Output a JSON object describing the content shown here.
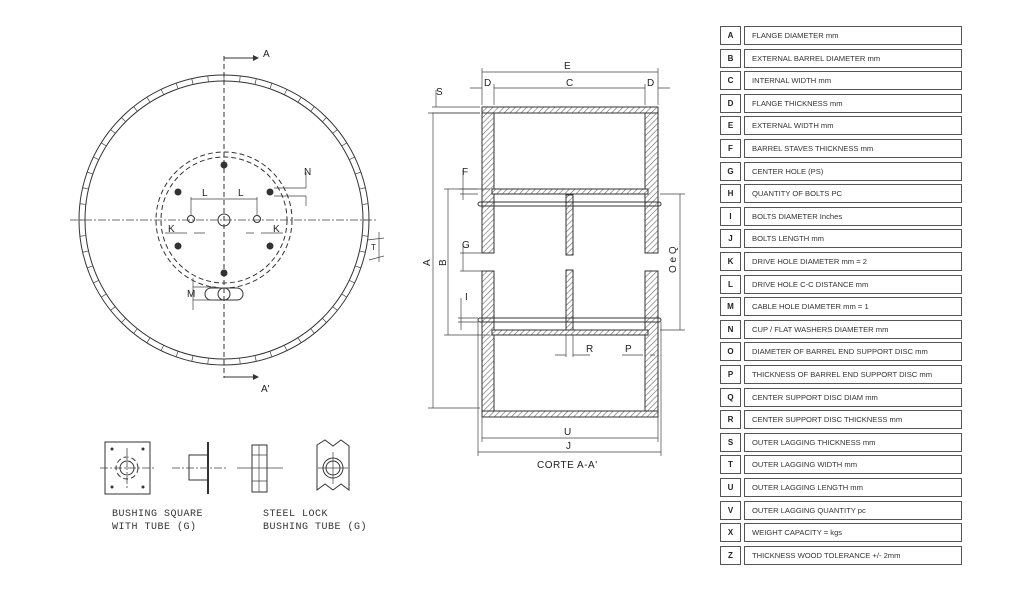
{
  "front_view": {
    "section_labels": [
      "A",
      "A'"
    ],
    "dimension_labels": {
      "L1": "L",
      "L2": "L",
      "K1": "K",
      "K2": "K",
      "N": "N",
      "T": "T",
      "M": "M"
    }
  },
  "section_view": {
    "title": "CORTE A-A'",
    "dimension_labels": {
      "E": "E",
      "D1": "D",
      "C": "C",
      "D2": "D",
      "S": "S",
      "A": "A",
      "B": "B",
      "F": "F",
      "G": "G",
      "I": "I",
      "O": "O e Q",
      "R": "R",
      "P": "P",
      "U": "U",
      "J": "J"
    }
  },
  "details": [
    {
      "caption_line1": "BUSHING SQUARE",
      "caption_line2": "WITH TUBE (G)"
    },
    {
      "caption_line1": "STEEL LOCK",
      "caption_line2": "BUSHING TUBE (G)"
    }
  ],
  "legend": [
    {
      "letter": "A",
      "text": "FLANGE DIAMETER mm"
    },
    {
      "letter": "B",
      "text": "EXTERNAL BARREL DIAMETER mm"
    },
    {
      "letter": "C",
      "text": "INTERNAL WIDTH mm"
    },
    {
      "letter": "D",
      "text": "FLANGE THICKNESS mm"
    },
    {
      "letter": "E",
      "text": "EXTERNAL WIDTH mm"
    },
    {
      "letter": "F",
      "text": "BARREL STAVES THICKNESS mm"
    },
    {
      "letter": "G",
      "text": "CENTER HOLE (PS)"
    },
    {
      "letter": "H",
      "text": "QUANTITY OF BOLTS PC"
    },
    {
      "letter": "I",
      "text": "BOLTS DIAMETER Inches"
    },
    {
      "letter": "J",
      "text": "BOLTS LENGTH mm"
    },
    {
      "letter": "K",
      "text": "DRIVE HOLE DIAMETER mm = 2"
    },
    {
      "letter": "L",
      "text": "DRIVE HOLE C-C DISTANCE mm"
    },
    {
      "letter": "M",
      "text": "CABLE HOLE DIAMETER mm = 1"
    },
    {
      "letter": "N",
      "text": "CUP / FLAT WASHERS DIAMETER mm"
    },
    {
      "letter": "O",
      "text": "DIAMETER OF BARREL END SUPPORT DISC mm"
    },
    {
      "letter": "P",
      "text": "THICKNESS OF BARREL END SUPPORT DISC mm"
    },
    {
      "letter": "Q",
      "text": "CENTER SUPPORT DISC DIAM mm"
    },
    {
      "letter": "R",
      "text": "CENTER SUPPORT DISC THICKNESS mm"
    },
    {
      "letter": "S",
      "text": "OUTER LAGGING THICKNESS mm"
    },
    {
      "letter": "T",
      "text": "OUTER LAGGING WIDTH mm"
    },
    {
      "letter": "U",
      "text": "OUTER LAGGING LENGTH mm"
    },
    {
      "letter": "V",
      "text": "OUTER LAGGING QUANTITY pc"
    },
    {
      "letter": "X",
      "text": "WEIGHT CAPACITY = kgs"
    },
    {
      "letter": "Z",
      "text": "THICKNESS WOOD TOLERANCE +/- 2mm"
    }
  ]
}
